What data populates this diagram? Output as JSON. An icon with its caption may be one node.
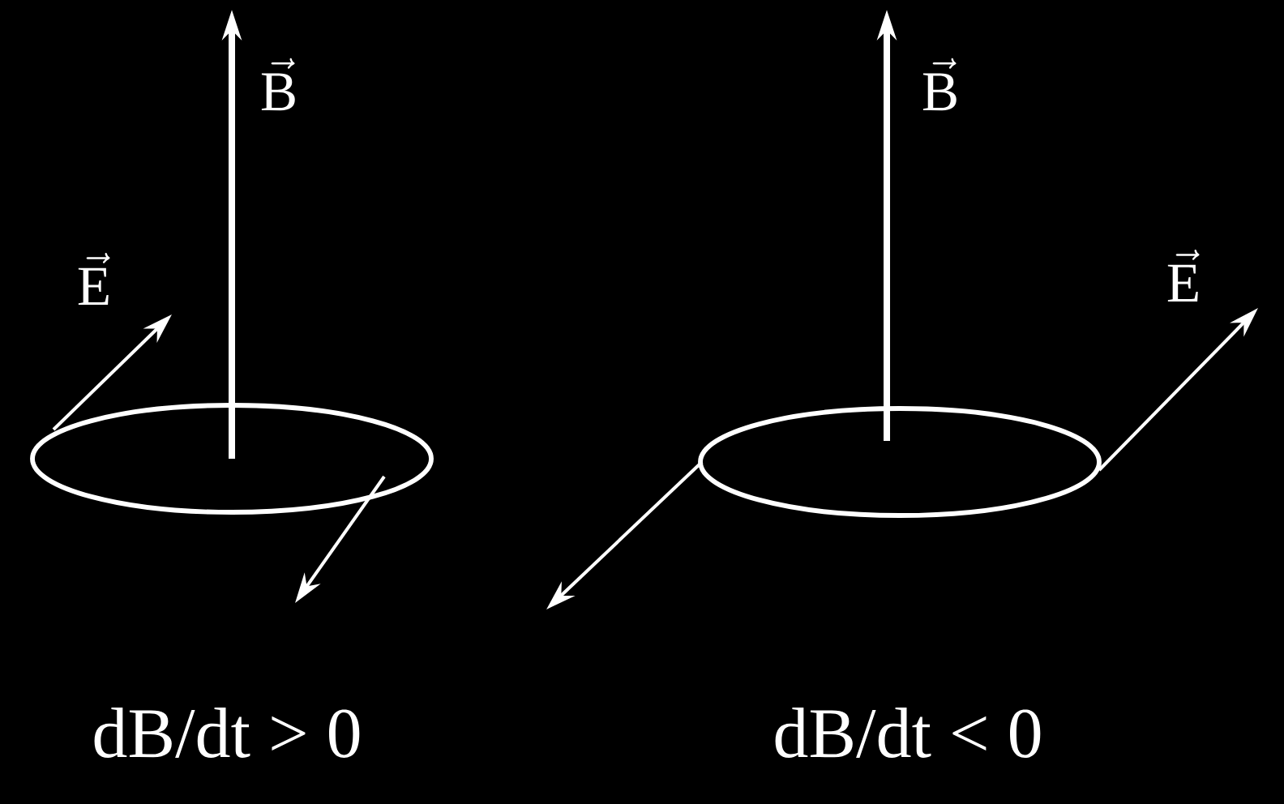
{
  "diagram": {
    "labels": [
      "\\vec{\\mathrm{B}}",
      "\\vec{\\mathrm{E}}",
      "\\vec{\\mathrm{B}}",
      "\\vec{\\mathrm{E}}",
      "dB/dt > 0",
      "dB/dt < 0"
    ]
  }
}
